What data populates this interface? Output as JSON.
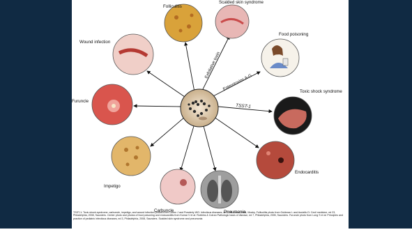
{
  "diagram": {
    "center_label": "",
    "nodes": [
      {
        "key": "folliculitis",
        "label": "Folliculitis",
        "color": "#d9a23a"
      },
      {
        "key": "scalded",
        "label": "Scalded skin syndrome",
        "color": "#e8b7b5"
      },
      {
        "key": "food",
        "label": "Food poisoning",
        "color": "#f6f2ea"
      },
      {
        "key": "tss",
        "label": "Toxic shock syndrome",
        "color": "#c86a5e"
      },
      {
        "key": "endocarditis",
        "label": "Endocarditis",
        "color": "#b54a3c"
      },
      {
        "key": "pneumonia",
        "label": "Pneumonia",
        "color": "#a9a9a9"
      },
      {
        "key": "carbuncle",
        "label": "Carbuncle",
        "color": "#f0c9c7"
      },
      {
        "key": "impetigo",
        "label": "Impetigo",
        "color": "#e2b66a"
      },
      {
        "key": "furuncle",
        "label": "Furuncle",
        "color": "#d9554d"
      },
      {
        "key": "wound",
        "label": "Wound infection",
        "color": "#d98f86"
      }
    ],
    "toxins": {
      "exfoliative": "Exfoliative toxin",
      "enterotoxins": "Enterotoxins A-G",
      "tsst": "TSST-1"
    }
  },
  "caption": "TSST-1: Toxic shock syndrome, carbuncle, impetigo, and wound infection photos from Cohen J and Powderly WG: Infectious diseases, ed 2, St. Louis, 2004, Mosby. Folliculitis photo from Goldman L and Ausiello D: Cecil medicine, ed 23, Philadelphia, 2008, Saunders. Center photo and photos of food poisoning and endocarditis from Kumar V et al: Robbins & Cotran Pathologic basis of disease, ed 7, Philadelphia, 2005, Saunders. Furuncle photo from Long S et al: Principles and practice of pediatric infectious diseases, ed 3, Philadelphia, 2008, Saunders. Scalded skin syndrome and pneumonia"
}
